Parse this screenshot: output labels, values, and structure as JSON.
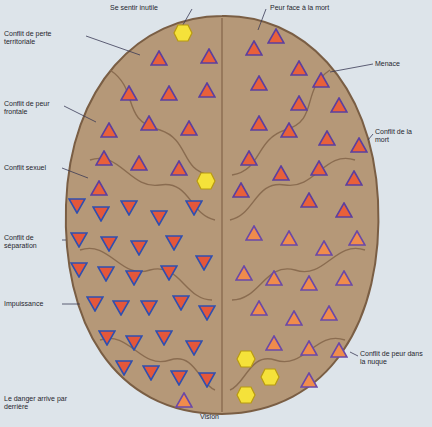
{
  "diagram": {
    "labels": [
      "Se sentir inutile",
      "Peur face à la mort",
      "Conflit de perte territoriale",
      "Conflit de peur frontale",
      "Conflit sexuel",
      "Conflit de séparation",
      "Impuissance",
      "Le danger arrive par derrière",
      "Menace",
      "Conflit de la mort",
      "Conflit de peur dans la nuque",
      "Vision"
    ]
  }
}
